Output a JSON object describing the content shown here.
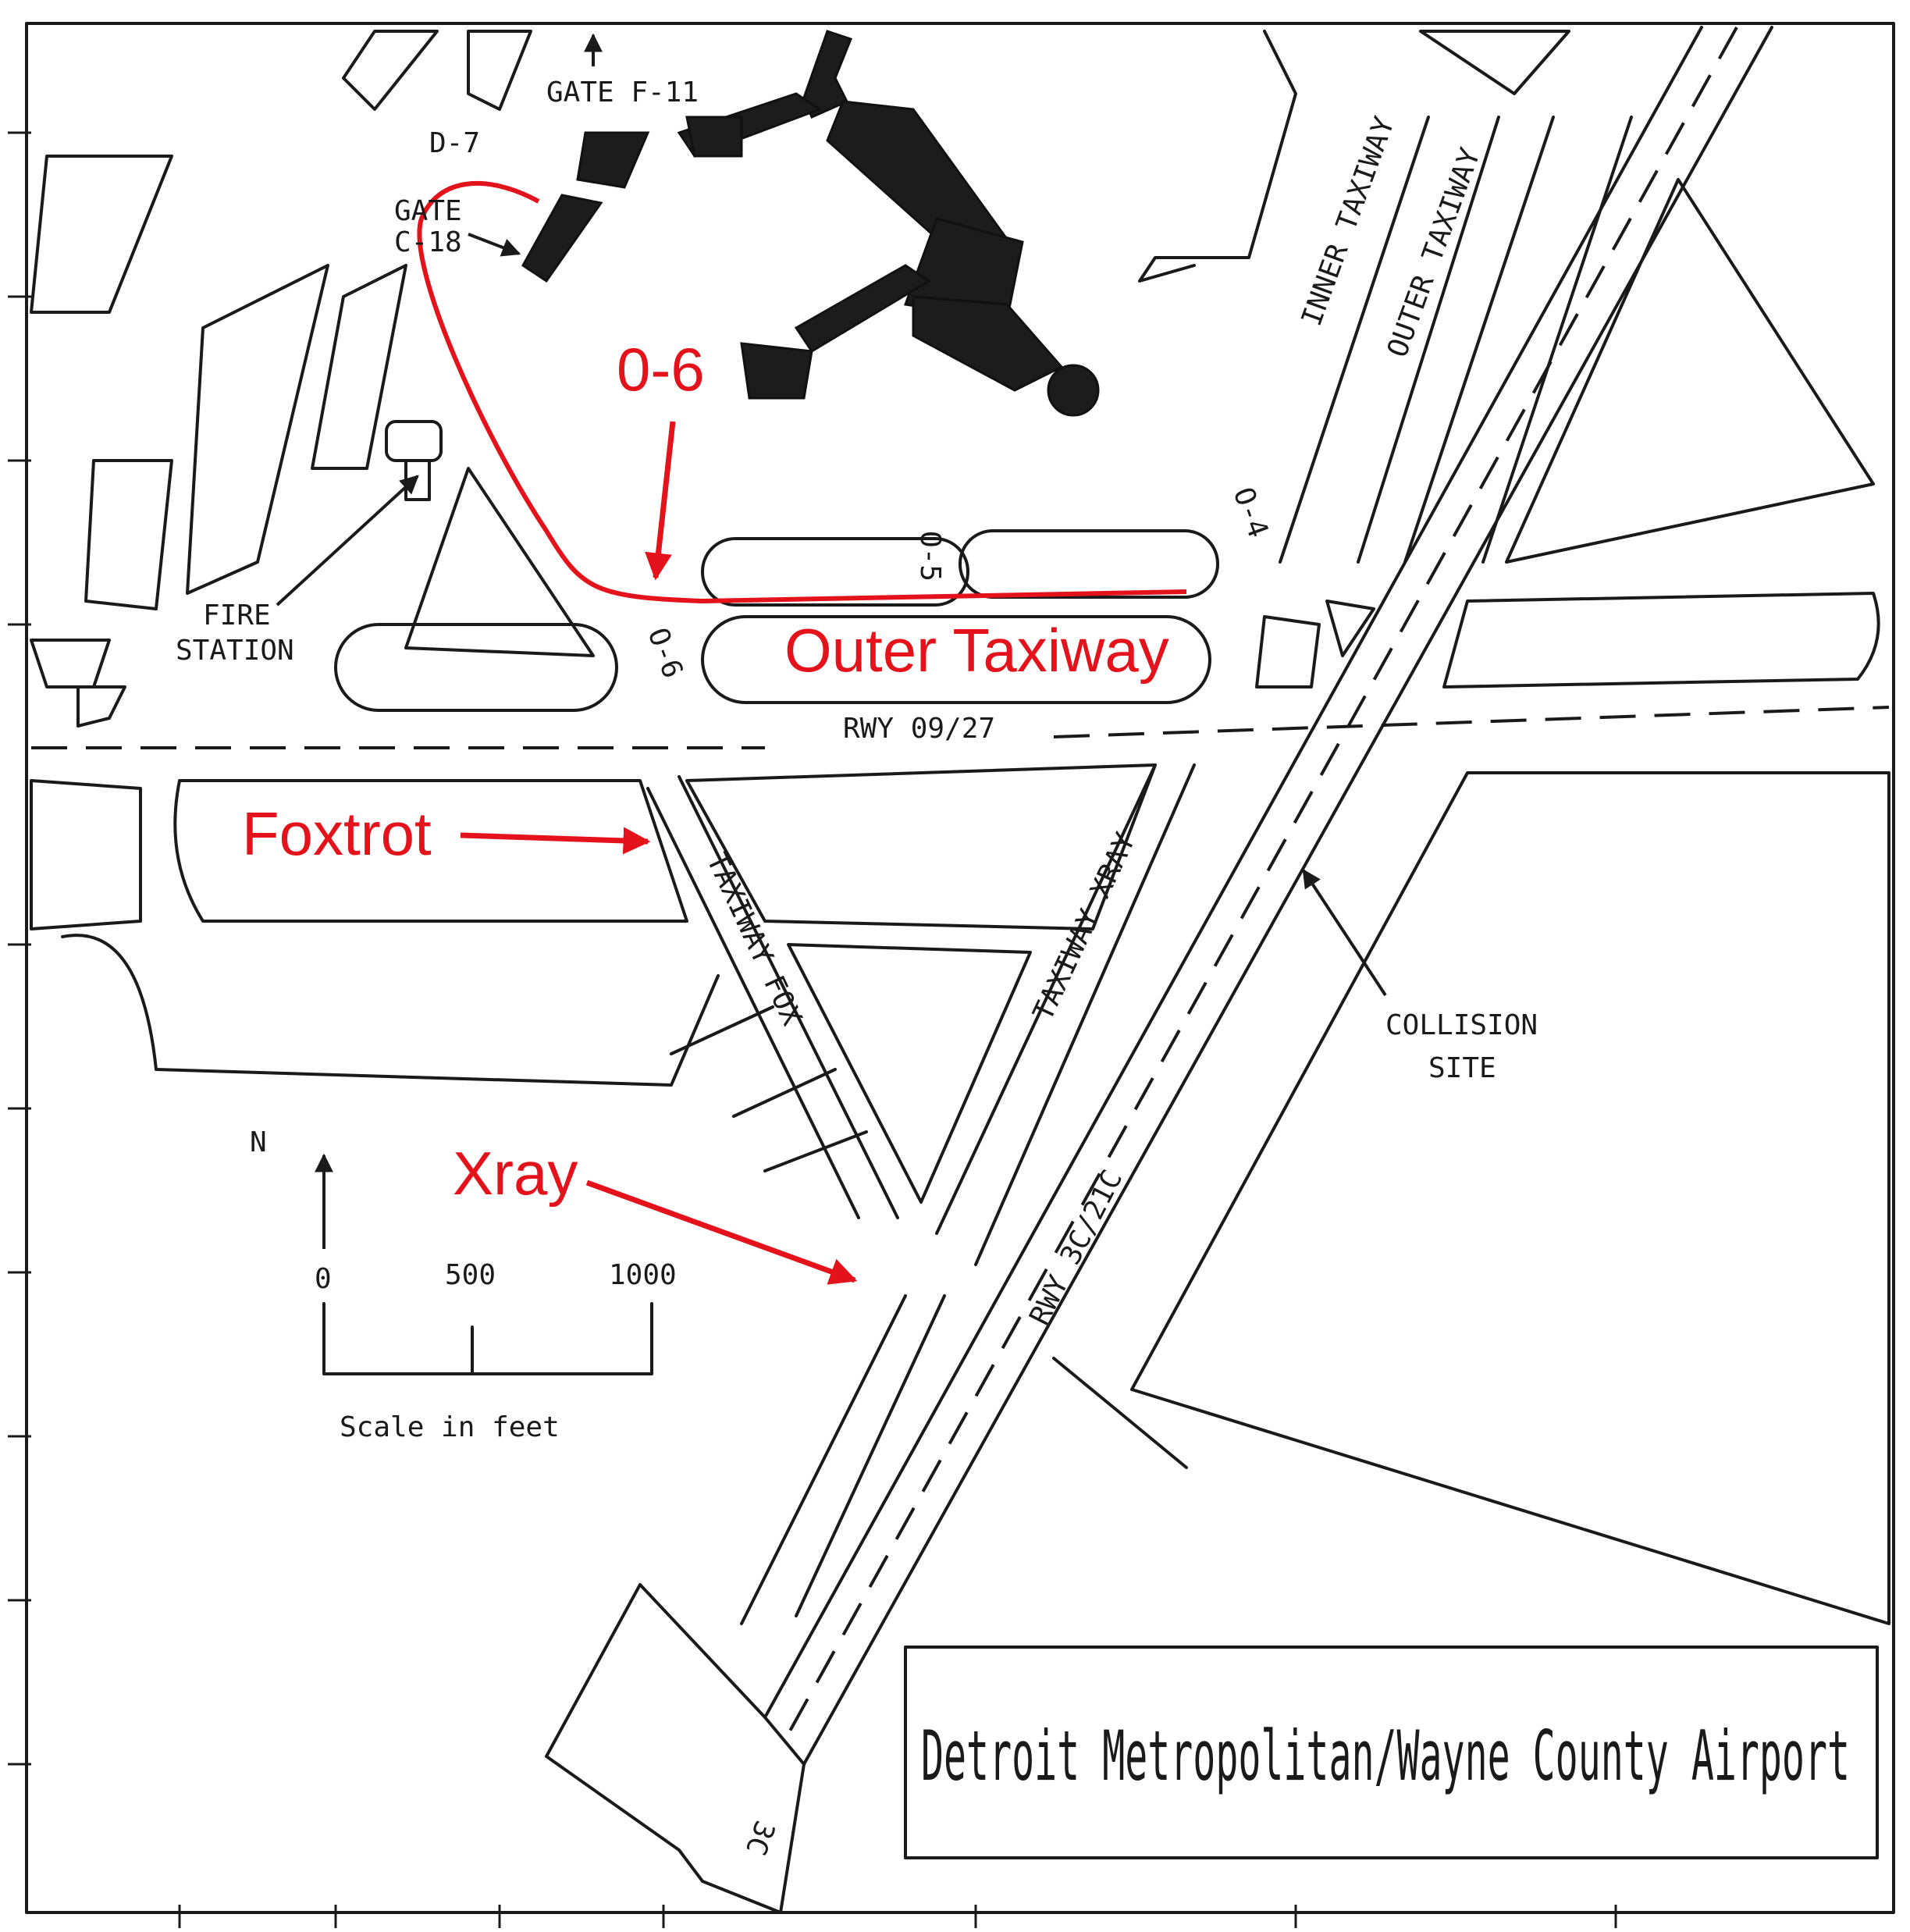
{
  "title": "Detroit Metropolitan/Wayne County Airport",
  "labels": {
    "gate_f11": "GATE F-11",
    "gate_c18_line1": "GATE",
    "gate_c18_line2": "C-18",
    "d7": "D-7",
    "o5": "O-5",
    "o4": "O-4",
    "o6_small": "O-6",
    "inner_taxiway": "INNER TAXIWAY",
    "outer_taxiway": "OUTER TAXIWAY",
    "fire_station_line1": "FIRE",
    "fire_station_line2": "STATION",
    "rwy_0927": "RWY 09/27",
    "taxiway_fox": "TAXIWAY FOX",
    "taxiway_xray": "TAXIWAY XRAY",
    "rwy_3c21c": "RWY 3C/21C",
    "rwy_end_3c": "3C",
    "collision_line1": "COLLISION",
    "collision_line2": "SITE",
    "north": "N"
  },
  "scale": {
    "ticks": [
      "0",
      "500",
      "1000"
    ],
    "caption": "Scale in feet"
  },
  "annotations": {
    "o6": "0-6",
    "outer_taxiway": "Outer Taxiway",
    "foxtrot": "Foxtrot",
    "xray": "Xray"
  },
  "colors": {
    "annotation": "#e4121b",
    "ink": "#1a1a1a",
    "background": "#ffffff"
  }
}
